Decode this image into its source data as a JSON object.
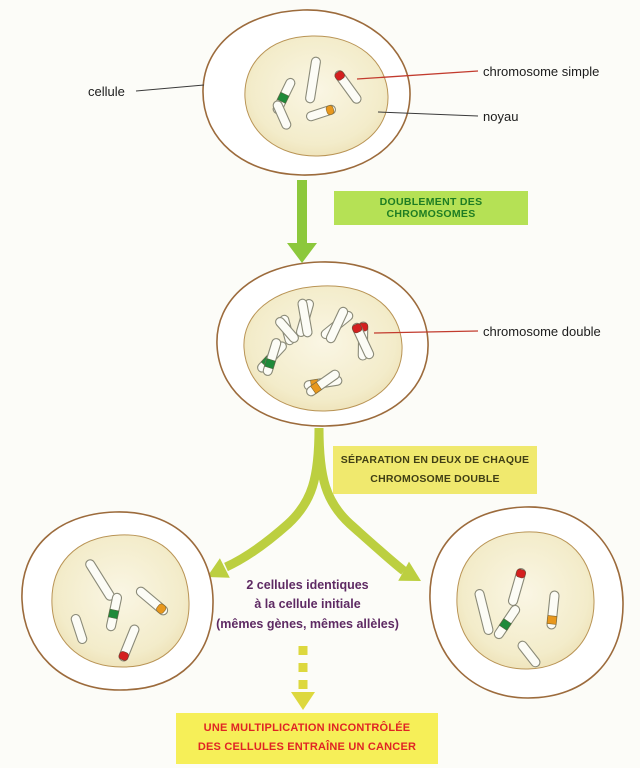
{
  "labels": {
    "cellule": "cellule",
    "chromosome_simple": "chromosome simple",
    "noyau": "noyau",
    "chromosome_double": "chromosome double"
  },
  "banners": {
    "doublement": "DOUBLEMENT DES CHROMOSOMES",
    "separation": {
      "line1": "SÉPARATION EN DEUX DE CHAQUE",
      "line2": "CHROMOSOME DOUBLE"
    },
    "cancer": {
      "line1": "UNE MULTIPLICATION INCONTRÔLÉE",
      "line2": "DES CELLULES ENTRAÎNE UN CANCER"
    }
  },
  "annotation": {
    "line1": "2 cellules identiques",
    "line2": "à la cellule initiale",
    "line3": "(mêmes gènes, mêmes allèles)"
  },
  "colors": {
    "banner_green_bg": "#b5e155",
    "banner_green_text": "#1e7d23",
    "banner_yellow_bg": "#f0e96e",
    "banner_dark_text": "#403f15",
    "banner_bright_yellow_bg": "#f6ef58",
    "banner_red_text": "#e02424",
    "purple_text": "#5e2a63",
    "arrow_green": "#8cc83c",
    "arrow_fork_yellow_green": "#bccf40",
    "arrow_dashed_yellow": "#ddd83e",
    "cell_membrane_outline": "#9c6b3c",
    "nucleus_fill": "#f3ecca",
    "chromosome_band_green": "#1f8a3a",
    "chromosome_band_red": "#d41f1f",
    "chromosome_band_orange": "#e8981e",
    "leader_line_red": "#c23b2e",
    "leader_line_dark": "#3a3a3a"
  }
}
